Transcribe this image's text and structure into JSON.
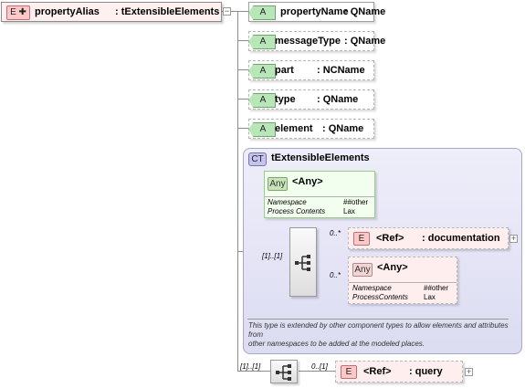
{
  "root": {
    "badge": "E",
    "name": "propertyAlias",
    "type": ": tExtensibleElements"
  },
  "attributes": [
    {
      "badge": "A",
      "name": "propertyName",
      "type": ": QName"
    },
    {
      "badge": "A",
      "name": "messageType",
      "type": ": QName"
    },
    {
      "badge": "A",
      "name": "part",
      "type": ": NCName"
    },
    {
      "badge": "A",
      "name": "type",
      "type": ": QName"
    },
    {
      "badge": "A",
      "name": "element",
      "type": ": QName"
    }
  ],
  "complex_type": {
    "badge": "CT",
    "name": "tExtensibleElements",
    "any1": {
      "badge": "Any",
      "title": "<Any>",
      "ns_label": "Namespace",
      "ns_value": "##other",
      "pc_label": "Process Contents",
      "pc_value": "Lax"
    },
    "sequence_mult": "[1]..[1]",
    "doc_mult": "0..*",
    "doc": {
      "badge": "E",
      "ref": "<Ref>",
      "name": ": documentation"
    },
    "any2_mult": "0..*",
    "any2": {
      "badge": "Any",
      "title": "<Any>",
      "ns_label": "Namespace",
      "ns_value": "##other",
      "pc_label": "ProcessContents",
      "pc_value": "Lax"
    },
    "note": "This type is extended by other component types to allow elements and attributes from\nother namespaces to be added at the modeled places."
  },
  "bottom": {
    "sequence_mult": "[1]..[1]",
    "query_mult": "0..[1]",
    "query": {
      "badge": "E",
      "ref": "<Ref>",
      "name": ": query"
    }
  },
  "colors": {
    "element_fill": "#fff0f0",
    "attribute_badge": "#b8e6b8",
    "complex_type_panel": "#e4e4f6"
  }
}
